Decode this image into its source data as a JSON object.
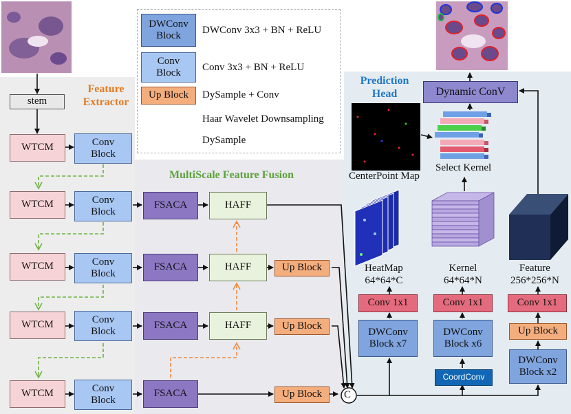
{
  "legend": {
    "dwconv_block": "DWConv\nBlock",
    "dwconv_desc": "DWConv 3x3 + BN + ReLU",
    "conv_block": "Conv\nBlock",
    "conv_desc": "Conv 3x3 + BN + ReLU",
    "up_block": "Up Block",
    "up_desc": "DySample + Conv",
    "haar_desc": "Haar Wavelet Downsampling",
    "dysample_desc": "DySample"
  },
  "feature_extractor": {
    "title": "Feature\nExtractor",
    "stem": "stem",
    "wtcm": "WTCM",
    "conv": "Conv\nBlock"
  },
  "fusion": {
    "title": "MultiScale Feature Fusion",
    "fsaca": "FSACA",
    "haff": "HAFF",
    "up_block": "Up Block",
    "concat": "C"
  },
  "prediction_head": {
    "title": "Prediction\nHead",
    "centerpoint_label": "CenterPoint Map",
    "select_kernel": "Select Kernel",
    "dynamic_conv": "Dynamic ConV",
    "heatmap_label": "HeatMap\n64*64*C",
    "kernel_label": "Kernel\n64*64*N",
    "feature_label": "Feature\n256*256*N",
    "conv1x1": "Conv 1x1",
    "dw_x7": "DWConv\nBlock x7",
    "dw_x6": "DWConv\nBlock x6",
    "dw_x2": "DWConv\nBlock x2",
    "coordconv": "CoordConv",
    "up_block": "Up Block"
  },
  "colors": {
    "wtcm": "#f6d3d6",
    "conv": "#a9c7f3",
    "fsaca": "#8c77c3",
    "haff": "#e8f2dc",
    "up": "#f4ad7d",
    "dwconv": "#7fa4de",
    "conv1x1": "#e46b7d",
    "coordconv": "#1167b5",
    "haar_arrow": "#6db33f",
    "dysample_arrow": "#ee8a3a"
  }
}
